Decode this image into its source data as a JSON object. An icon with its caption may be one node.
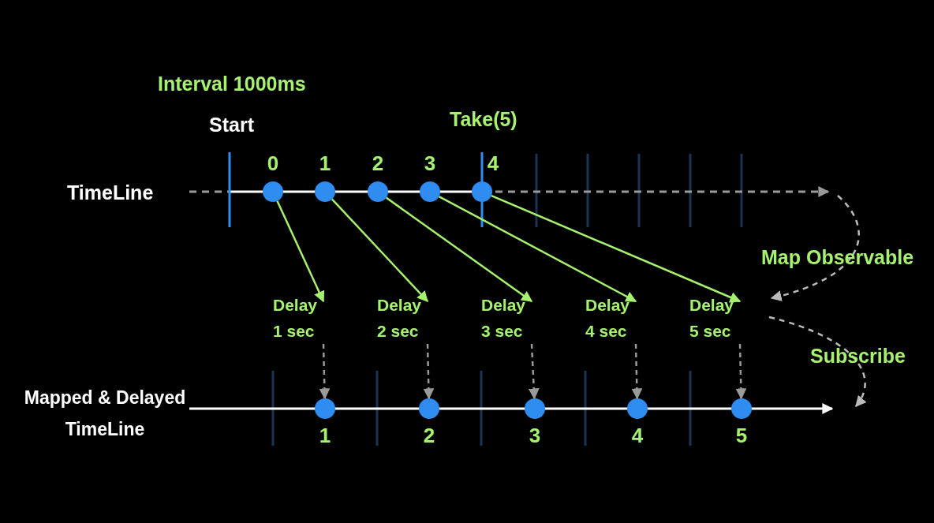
{
  "diagram": {
    "nodes": [
      {
        "text": [],
        "shape": "circle",
        "beside": [
          "0"
        ]
      },
      {
        "text": [],
        "shape": "circle",
        "beside": [
          "1"
        ]
      },
      {
        "text": [],
        "shape": "circle",
        "beside": [
          "2"
        ]
      },
      {
        "text": [],
        "shape": "circle",
        "beside": [
          "3"
        ]
      },
      {
        "text": [],
        "shape": "circle",
        "beside": [
          "4"
        ]
      },
      {
        "text": [
          "Delay 1 sec"
        ]
      },
      {
        "text": [
          "Delay 2 sec"
        ]
      },
      {
        "text": [
          "Delay 3 sec"
        ]
      },
      {
        "text": [
          "Delay 4 sec"
        ]
      },
      {
        "text": [
          "Delay 5 sec"
        ]
      },
      {
        "text": [],
        "shape": "circle",
        "beside": [
          "1"
        ]
      },
      {
        "text": [],
        "shape": "circle",
        "beside": [
          "2"
        ]
      },
      {
        "text": [],
        "shape": "circle",
        "beside": [
          "3"
        ]
      },
      {
        "text": [],
        "shape": "circle",
        "beside": [
          "4"
        ]
      },
      {
        "text": [],
        "shape": "circle",
        "beside": [
          "5"
        ]
      }
    ],
    "edges": [
      {
        "from": 0,
        "to": 5,
        "arrow": "to",
        "color": "#a6f26e"
      },
      {
        "from": 1,
        "to": 6,
        "arrow": "to",
        "color": "#a6f26e"
      },
      {
        "from": 2,
        "to": 7,
        "arrow": "to",
        "color": "#a6f26e"
      },
      {
        "from": 3,
        "to": 8,
        "arrow": "to",
        "color": "#a6f26e"
      },
      {
        "from": 4,
        "to": 9,
        "arrow": "to",
        "color": "#a6f26e"
      },
      {
        "from": 5,
        "to": 10,
        "arrow": "to",
        "style": "dashed",
        "color": "#9a9a9a"
      },
      {
        "from": 6,
        "to": 11,
        "arrow": "to",
        "style": "dashed",
        "color": "#9a9a9a"
      },
      {
        "from": 7,
        "to": 12,
        "arrow": "to",
        "style": "dashed",
        "color": "#9a9a9a"
      },
      {
        "from": 8,
        "to": 13,
        "arrow": "to",
        "style": "dashed",
        "color": "#9a9a9a"
      },
      {
        "from": 9,
        "to": 14,
        "arrow": "to",
        "style": "dashed",
        "color": "#9a9a9a"
      }
    ],
    "labels": [
      "Interval 1000ms",
      "Start",
      "Take(5)",
      "TimeLine",
      "Map Observable",
      "Subscribe",
      "Mapped & Delayed TimeLine"
    ]
  }
}
